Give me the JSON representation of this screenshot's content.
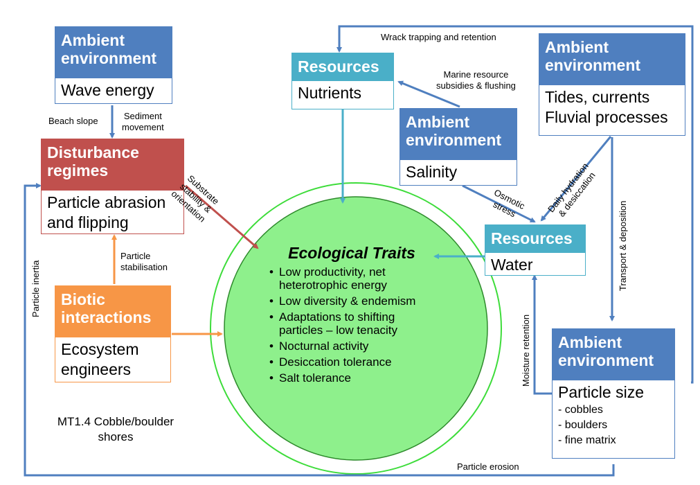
{
  "boxes": {
    "wave": {
      "head": "Ambient environment",
      "body": "Wave energy"
    },
    "disturbance": {
      "head": "Disturbance regimes",
      "body": "Particle abrasion and flipping"
    },
    "biotic": {
      "head": "Biotic interactions",
      "body": "Ecosystem engineers"
    },
    "nutrients": {
      "head": "Resources",
      "body": "Nutrients"
    },
    "salinity": {
      "head": "Ambient environment",
      "body": "Salinity"
    },
    "tides": {
      "head": "Ambient environment",
      "body_lines": [
        "Tides, currents",
        "Fluvial processes"
      ]
    },
    "water": {
      "head": "Resources",
      "body": "Water"
    },
    "particle": {
      "head": "Ambient environment",
      "body": "Particle size",
      "items": [
        "- cobbles",
        "- boulders",
        "- fine matrix"
      ]
    }
  },
  "traits": {
    "title": "Ecological Traits",
    "items": [
      "Low productivity, net heterotrophic energy",
      "Low diversity & endemism",
      "Adaptations to shifting particles – low tenacity",
      "Nocturnal activity",
      "Desiccation tolerance",
      "Salt tolerance"
    ]
  },
  "labels": {
    "beach_slope": "Beach slope",
    "sediment_movement": [
      "Sediment",
      "movement"
    ],
    "substrate": [
      "Substrate",
      "stability &",
      "orientation"
    ],
    "particle_stabilisation": [
      "Particle",
      "stabilisation"
    ],
    "particle_inertia": "Particle inertia",
    "wrack": "Wrack trapping and retention",
    "marine_subsidies": [
      "Marine resource",
      "subsidies & flushing"
    ],
    "osmotic": [
      "Osmotic",
      "stress"
    ],
    "daily_hydration": [
      "Daily hydration",
      "& desiccation"
    ],
    "transport": "Transport & deposition",
    "moisture": "Moisture retention",
    "erosion": "Particle  erosion"
  },
  "caption": [
    "MT1.4 Cobble/boulder",
    "shores"
  ],
  "colors": {
    "ambient": "#4f7fbf",
    "resources": "#4aafc8",
    "disturbance": "#c0504d",
    "biotic": "#f79646",
    "traits_fill": "#8ef08c",
    "traits_ring": "#3ddc3a"
  }
}
